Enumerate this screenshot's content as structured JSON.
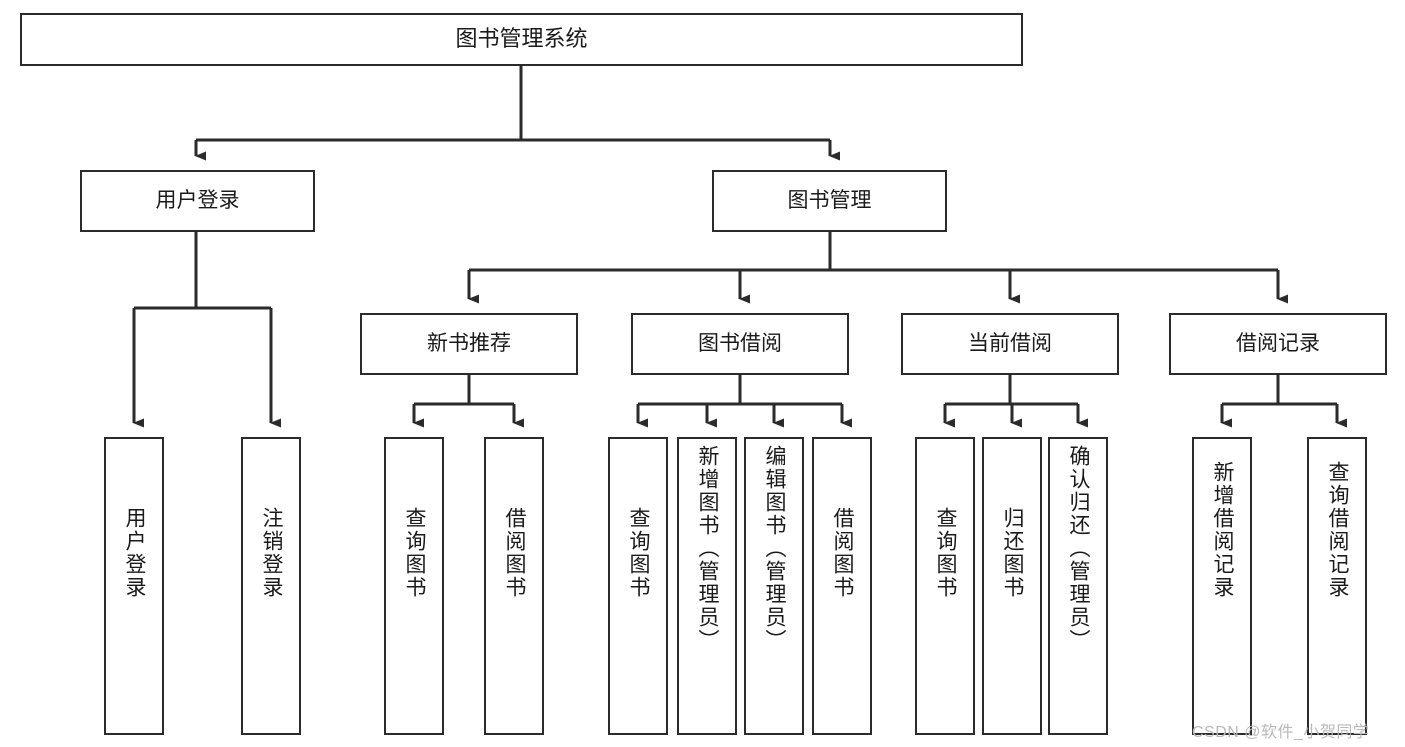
{
  "diagram": {
    "title": "图书管理系统",
    "type": "functional-structure-tree",
    "orientation": "top-down",
    "watermark": "CSDN @软件_小贺同学",
    "colors": {
      "box_border": "#2b2b2b",
      "box_fill": "#ffffff",
      "connector": "#2b2b2b",
      "text": "#1a1a1a",
      "watermark": "#b9b9b9",
      "page_background": "#ffffff"
    },
    "levels": {
      "level1": [
        "图书管理系统"
      ],
      "level2": [
        "用户登录",
        "图书管理"
      ],
      "level3": [
        "新书推荐",
        "图书借阅",
        "当前借阅",
        "借阅记录"
      ],
      "level4": [
        "用户登录",
        "注销登录",
        "查询图书",
        "借阅图书",
        "查询图书",
        "新增图书（管理员）",
        "编辑图书（管理员）",
        "借阅图书",
        "查询图书",
        "归还图书",
        "确认归还（管理员）",
        "新增借阅记录",
        "查询借阅记录"
      ]
    },
    "nodes": {
      "root": {
        "label": "图书管理系统"
      },
      "user_login": {
        "label": "用户登录"
      },
      "book_manage": {
        "label": "图书管理"
      },
      "new_book_rec": {
        "label": "新书推荐"
      },
      "book_borrow": {
        "label": "图书借阅"
      },
      "current_borrow": {
        "label": "当前借阅"
      },
      "borrow_record": {
        "label": "借阅记录"
      },
      "leaf_user_login": {
        "label": "用户登录"
      },
      "leaf_logout": {
        "label": "注销登录"
      },
      "leaf_query_book_a": {
        "label": "查询图书"
      },
      "leaf_borrow_book_a": {
        "label": "借阅图书"
      },
      "leaf_query_book_b": {
        "label": "查询图书"
      },
      "leaf_add_book": {
        "label": "新增图书（管理员）"
      },
      "leaf_edit_book": {
        "label": "编辑图书（管理员）"
      },
      "leaf_borrow_book_b": {
        "label": "借阅图书"
      },
      "leaf_query_book_c": {
        "label": "查询图书"
      },
      "leaf_return_book": {
        "label": "归还图书"
      },
      "leaf_confirm_return": {
        "label": "确认归还（管理员）"
      },
      "leaf_add_record": {
        "label": "新增借阅记录"
      },
      "leaf_query_record": {
        "label": "查询借阅记录"
      }
    },
    "edges": [
      {
        "from": "图书管理系统",
        "to": "用户登录"
      },
      {
        "from": "图书管理系统",
        "to": "图书管理"
      },
      {
        "from": "用户登录",
        "to": "用户登录"
      },
      {
        "from": "用户登录",
        "to": "注销登录"
      },
      {
        "from": "图书管理",
        "to": "新书推荐"
      },
      {
        "from": "图书管理",
        "to": "图书借阅"
      },
      {
        "from": "图书管理",
        "to": "当前借阅"
      },
      {
        "from": "图书管理",
        "to": "借阅记录"
      },
      {
        "from": "新书推荐",
        "to": "查询图书"
      },
      {
        "from": "新书推荐",
        "to": "借阅图书"
      },
      {
        "from": "图书借阅",
        "to": "查询图书"
      },
      {
        "from": "图书借阅",
        "to": "新增图书（管理员）"
      },
      {
        "from": "图书借阅",
        "to": "编辑图书（管理员）"
      },
      {
        "from": "图书借阅",
        "to": "借阅图书"
      },
      {
        "from": "当前借阅",
        "to": "查询图书"
      },
      {
        "from": "当前借阅",
        "to": "归还图书"
      },
      {
        "from": "当前借阅",
        "to": "确认归还（管理员）"
      },
      {
        "from": "借阅记录",
        "to": "新增借阅记录"
      },
      {
        "from": "借阅记录",
        "to": "查询借阅记录"
      }
    ]
  }
}
